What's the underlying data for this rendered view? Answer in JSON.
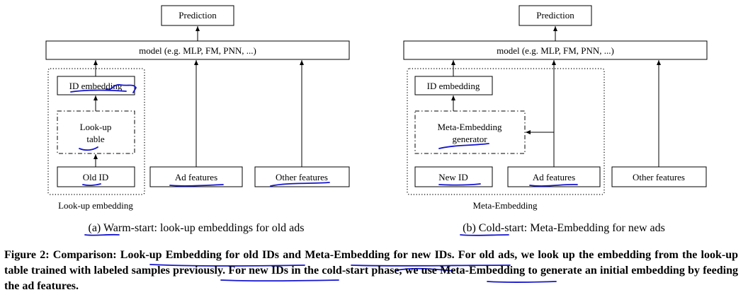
{
  "left": {
    "prediction": "Prediction",
    "model": "model (e.g. MLP, FM, PNN, ...)",
    "id_embedding": "ID embedding",
    "lookup_line1": "Look-up",
    "lookup_line2": "table",
    "old_id": "Old ID",
    "ad_features": "Ad features",
    "other_features": "Other features",
    "group_label": "Look-up embedding",
    "subcaption": "(a) Warm-start: look-up embeddings for old ads"
  },
  "right": {
    "prediction": "Prediction",
    "model": "model (e.g. MLP, FM, PNN, ...)",
    "id_embedding": "ID embedding",
    "generator_line1": "Meta-Embedding",
    "generator_line2": "generator",
    "new_id": "New ID",
    "ad_features": "Ad features",
    "other_features": "Other features",
    "group_label": "Meta-Embedding",
    "subcaption": "(b) Cold-start: Meta-Embedding for new ads"
  },
  "caption": "Figure 2: Comparison: Look-up Embedding for old IDs and Meta-Embedding for new IDs. For old ads, we look up the embedding from the look-up table trained with labeled samples previously. For new IDs in the cold-start phase, we use Meta-Embedding to generate an initial embedding by feeding the ad features.",
  "colors": {
    "annotation_ink": "#1515d0"
  }
}
